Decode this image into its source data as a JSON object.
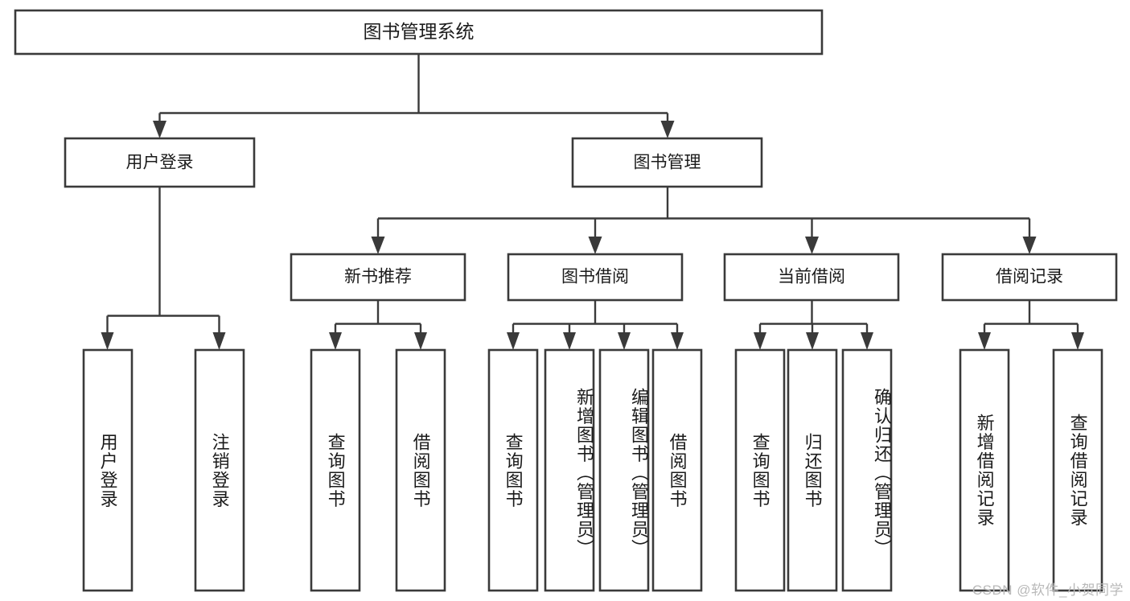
{
  "diagram": {
    "title": "图书管理系统",
    "watermark": "CSDN @软件_小贺同学",
    "colors": {
      "stroke": "#3a3a3a",
      "box_fill": "#ffffff",
      "text": "#1b1b1b",
      "background": "#ffffff",
      "watermark": "#b9b9b9"
    },
    "root": {
      "label": "图书管理系统"
    },
    "level2": [
      {
        "label": "用户登录"
      },
      {
        "label": "图书管理"
      }
    ],
    "level3": [
      {
        "label": "新书推荐"
      },
      {
        "label": "图书借阅"
      },
      {
        "label": "当前借阅"
      },
      {
        "label": "借阅记录"
      }
    ],
    "leaves": {
      "user_login": [
        {
          "label": "用户登录"
        },
        {
          "label": "注销登录"
        }
      ],
      "new_book": [
        {
          "label": "查询图书"
        },
        {
          "label": "借阅图书"
        }
      ],
      "book_borrow": [
        {
          "label": "查询图书"
        },
        {
          "label": "新增图书（管理员）"
        },
        {
          "label": "编辑图书（管理员）"
        },
        {
          "label": "借阅图书"
        }
      ],
      "current_borrow": [
        {
          "label": "查询图书"
        },
        {
          "label": "归还图书"
        },
        {
          "label": "确认归还（管理员）"
        }
      ],
      "borrow_record": [
        {
          "label": "新增借阅记录"
        },
        {
          "label": "查询借阅记录"
        }
      ]
    }
  }
}
